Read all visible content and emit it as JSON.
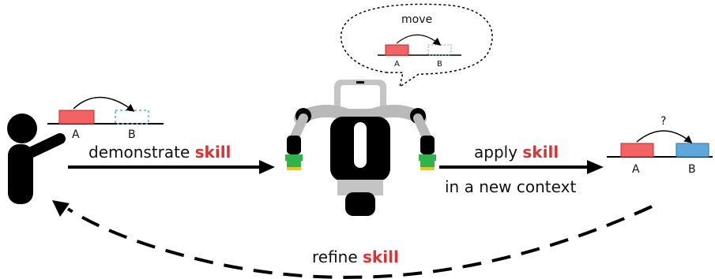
{
  "demonstrate": {
    "prefix": "demonstrate ",
    "skill": "skill"
  },
  "apply": {
    "prefix": "apply ",
    "skill": "skill",
    "context": "in a new context"
  },
  "refine": {
    "prefix": "refine ",
    "skill": "skill"
  },
  "thought": {
    "action": "move",
    "label_a": "A",
    "label_b": "B"
  },
  "left_scene": {
    "label_a": "A",
    "label_b": "B"
  },
  "right_scene": {
    "label_a": "A",
    "label_b": "B",
    "question": "?"
  },
  "colors": {
    "block_red": "#f26464",
    "block_blue": "#5fa8dc",
    "block_ghost": "#9cc9e3",
    "skill_red": "#e03131",
    "robot_gray": "#b9b9b9",
    "gripper_green": "#2fb34a",
    "gripper_yellow": "#f0c419"
  }
}
